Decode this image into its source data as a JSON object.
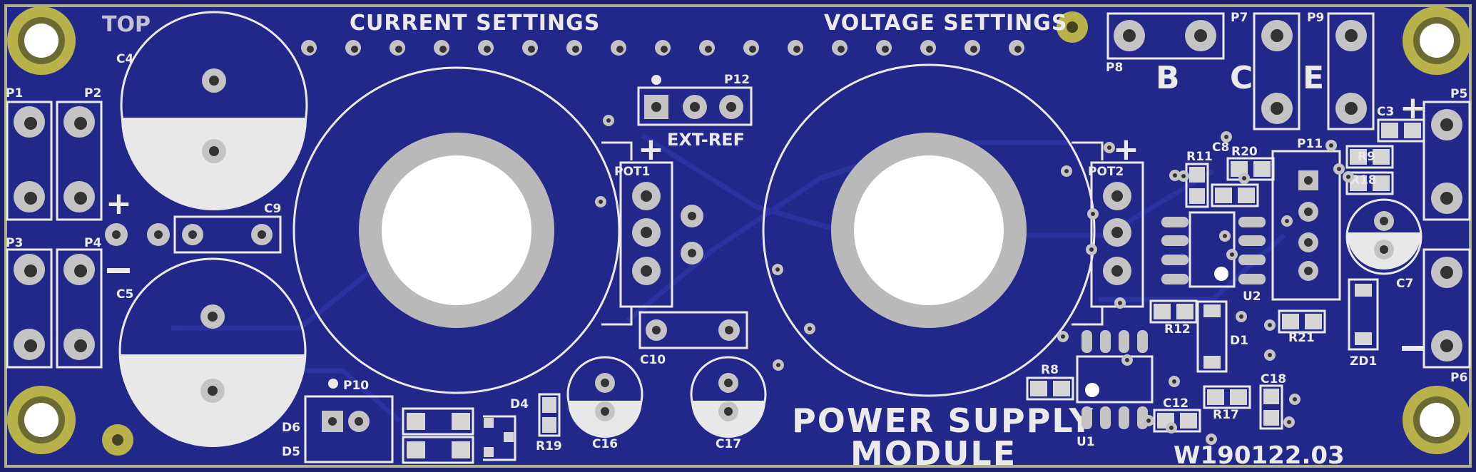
{
  "board": {
    "colors": {
      "substrate": "#1b1f6e",
      "copper_pour": "#242a8c",
      "silkscreen": "#eaeaea",
      "pad_silver": "#c4c4c4",
      "mount_gold": "#b9b24a",
      "edge_frame": "#b0b08a"
    },
    "corner_mark": "TOP",
    "headers": {
      "current_settings": "CURRENT SETTINGS",
      "voltage_settings": "VOLTAGE SETTINGS"
    },
    "title_line1": "POWER SUPPLY",
    "title_line2": "MODULE",
    "revision": "W190122.03",
    "ext_ref": "EXT-REF",
    "polarity": {
      "plus": "+",
      "minus": "−"
    },
    "letters": {
      "b": "B",
      "c": "C",
      "e": "E"
    }
  },
  "labels": {
    "c4": "C4",
    "c5": "C5",
    "c9": "C9",
    "c3": "C3",
    "c7": "C7",
    "c8": "C8",
    "c10": "C10",
    "c12": "C12",
    "c16": "C16",
    "c17": "C17",
    "c18": "C18",
    "p1": "P1",
    "p2": "P2",
    "p3": "P3",
    "p4": "P4",
    "p5": "P5",
    "p6": "P6",
    "p7": "P7",
    "p8": "P8",
    "p9": "P9",
    "p10": "P10",
    "p11": "P11",
    "p12": "P12",
    "pot1": "POT1",
    "pot2": "POT2",
    "r8": "R8",
    "r9": "R9",
    "r11": "R11",
    "r12": "R12",
    "r17": "R17",
    "r18": "R18",
    "r19": "R19",
    "r20": "R20",
    "r21": "R21",
    "u1": "U1",
    "u2": "U2",
    "d1": "D1",
    "d4": "D4",
    "d5": "D5",
    "d6": "D6",
    "zd1": "ZD1"
  }
}
